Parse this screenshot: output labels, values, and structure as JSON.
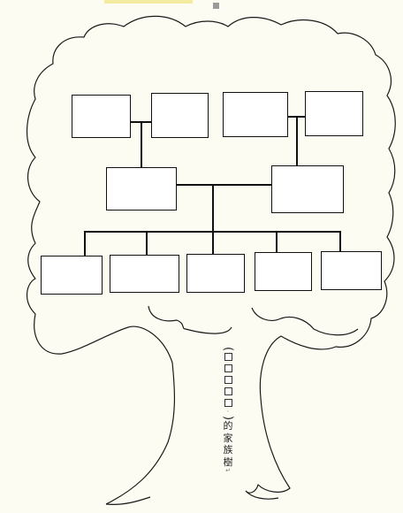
{
  "page": {
    "background": "#fdfcf3",
    "accent_tab_color": "#f3eca0",
    "handle_color": "#9a9a9a"
  },
  "diagram": {
    "shape": "tree-outline",
    "stroke_color": "#111111",
    "structure": {
      "top_row_boxes": 4,
      "middle_row_boxes": 2,
      "bottom_row_boxes": 5,
      "box_text": ""
    }
  },
  "title": {
    "open_paren": "(",
    "blank_cells": 5,
    "dot": "·",
    "close_paren": ")",
    "chars": [
      "的",
      "家",
      "族",
      "樹"
    ],
    "end_mark": "↵"
  }
}
